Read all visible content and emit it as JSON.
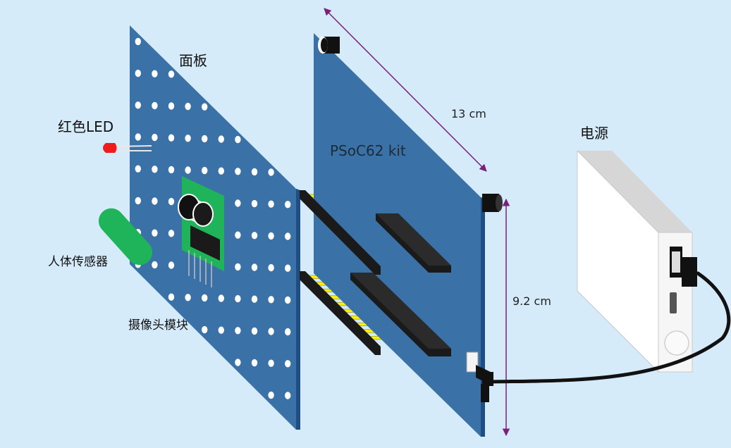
{
  "labels": {
    "panel": "面板",
    "red_led": "红色LED",
    "body_sensor": "人体传感器",
    "camera_module": "摄像头模块",
    "kit": "PSoC62 kit",
    "power": "电源",
    "width_dim": "13 cm",
    "height_dim": "9.2 cm"
  },
  "colors": {
    "background": "#d6ebfa",
    "board_blue": "#3a72a8",
    "board_edge": "#1f4f82",
    "hole": "#ffffff",
    "pin_yellow": "#fff200",
    "header_black": "#1a1a1a",
    "sensor_green": "#1fb35a",
    "led_red": "#ee1c1c",
    "dimension_purple": "#7a1f7a",
    "power_box": "#f2f2f2"
  }
}
